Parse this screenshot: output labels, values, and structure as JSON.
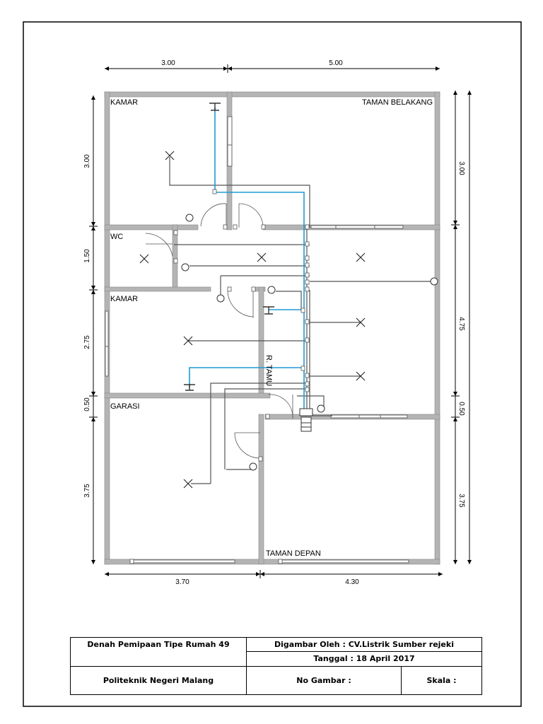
{
  "dimensions": {
    "top": [
      "3.00",
      "5.00"
    ],
    "bottom": [
      "3.70",
      "4.30"
    ],
    "left": [
      "3.00",
      "1.50",
      "2.75",
      "0.50",
      "3.75"
    ],
    "right": [
      "3.00",
      "4.75",
      "0.50",
      "3.75"
    ]
  },
  "rooms": {
    "kamar_top": "KAMAR",
    "taman_belakang": "TAMAN BELAKANG",
    "wc": "WC",
    "kamar_mid": "KAMAR",
    "r_tamu": "R. TAMU",
    "garasi": "GARASI",
    "taman_depan": "TAMAN DEPAN"
  },
  "title_block": {
    "project": "Denah Pemipaan Tipe Rumah 49",
    "drawn_by": "Digambar Oleh : CV.Listrik Sumber rejeki",
    "date": "Tanggal : 18 April 2017",
    "institution": "Politeknik Negeri Malang",
    "drawing_no": "No Gambar :",
    "scale": "Skala :"
  },
  "colors": {
    "wall": "#b4b4b4",
    "pipe_blue": "#1e9bd7",
    "pipe_grey": "#555555"
  }
}
